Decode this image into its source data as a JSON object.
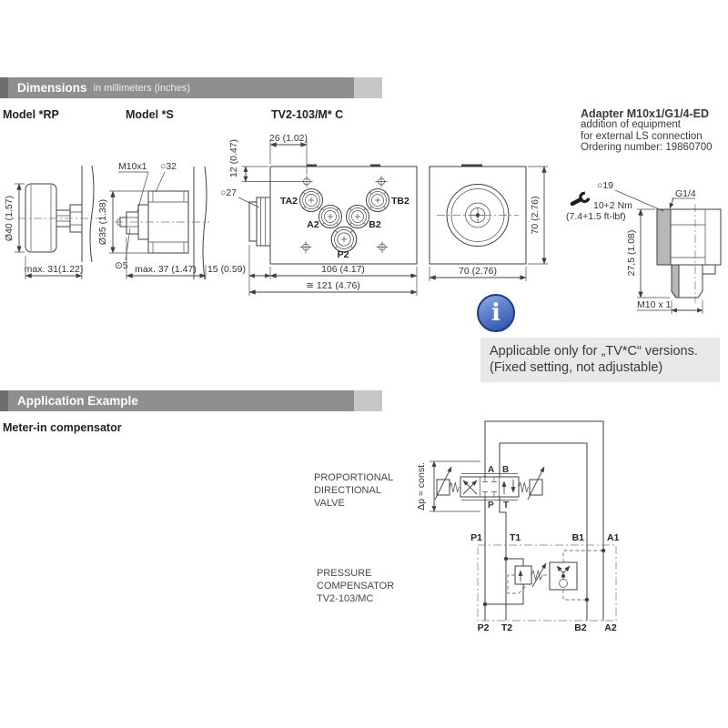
{
  "header_dimensions": {
    "title": "Dimensions",
    "subtitle": "in millimeters (inches)"
  },
  "header_application": {
    "title": "Application Example"
  },
  "models": {
    "rp": {
      "label": "Model *RP",
      "dim_diameter": "Ø40 (1.57)",
      "dim_width": "max. 31(1.22)"
    },
    "s": {
      "label": "Model *S",
      "thread": "M10x1",
      "hex": "○32",
      "dim_diameter": "Ø35 (1.38)",
      "square": "⊙5",
      "dim_width": "max. 37 (1.47)"
    },
    "tv2": {
      "label": "TV2-103/M* C",
      "dim_top": "26 (1.02)",
      "dim_side": "12 (0.47)",
      "hex": "○27",
      "dim_knob": "15 (0.59)",
      "dim_body": "106 (4.17)",
      "dim_total": "≅ 121 (4.76)",
      "ports": {
        "ta2": "TA2",
        "a2": "A2",
        "p2": "P2",
        "b2": "B2",
        "tb2": "TB2"
      }
    },
    "end_view": {
      "dim_width": "70 (2.76)",
      "dim_height": "70 (2.76)"
    }
  },
  "adapter": {
    "title": "Adapter M10x1/G1/4-ED",
    "line1": "addition of equipment",
    "line2": "for external LS connection",
    "line3": "Ordering number: 19860700",
    "hex": "○19",
    "torque": "10+2 Nm",
    "torque_alt": "(7.4+1.5 ft-lbf)",
    "thread_top": "G1/4",
    "dim_height": "27,5 (1.08)",
    "thread_bottom": "M10 x 1"
  },
  "info_icon": {
    "glyph": "i"
  },
  "note": {
    "line1": "Applicable only for „TV*C“ versions.",
    "line2": "(Fixed setting, not adjustable)"
  },
  "application": {
    "subtitle": "Meter-in compensator",
    "valve_label": [
      "PROPORTIONAL",
      "DIRECTIONAL",
      "VALVE"
    ],
    "compensator_label": [
      "PRESSURE",
      "COMPENSATOR",
      "TV2-103/MC"
    ],
    "dp_const": "Δp = const.",
    "valve_ports": {
      "a": "A",
      "b": "B",
      "p": "P",
      "t": "T"
    },
    "ports_top": [
      "P1",
      "T1",
      "B1",
      "A1"
    ],
    "ports_bottom": [
      "P2",
      "T2",
      "B2",
      "A2"
    ]
  },
  "colors": {
    "bar_gray": "#8f8f8f",
    "bar_dark": "#6e6e6e",
    "bar_light": "#c7c7c7",
    "note_bg": "#e8e8e8",
    "info_blue": "#3c5fb5",
    "line": "#3f3f3f"
  }
}
